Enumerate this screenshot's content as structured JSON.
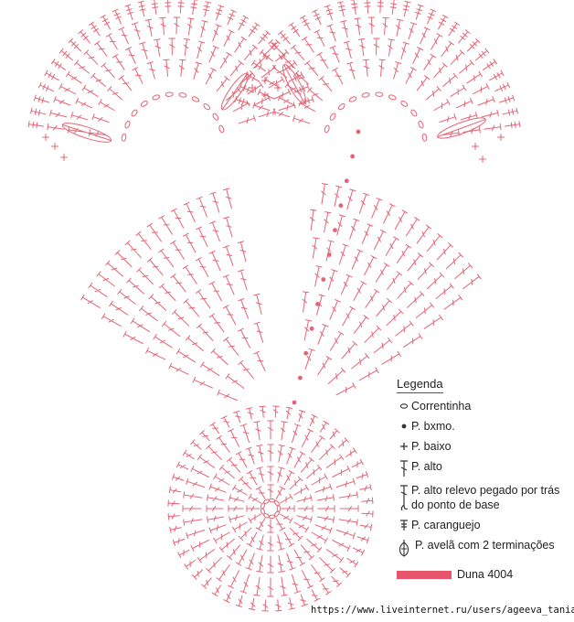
{
  "colors": {
    "stitch": "#e46474",
    "swatch": "#e8556b",
    "text": "#222222"
  },
  "legend": {
    "title": "Legenda",
    "items": [
      {
        "icon": "chain-stitch-icon",
        "label": "Correntinha"
      },
      {
        "icon": "slip-stitch-icon",
        "label": "P. bxmo."
      },
      {
        "icon": "single-crochet-icon",
        "label": "P. baixo"
      },
      {
        "icon": "double-crochet-icon",
        "label": "P. alto"
      },
      {
        "icon": "back-post-double-crochet-icon",
        "label": "P. alto relevo pegado por trás do ponto de base"
      },
      {
        "icon": "crab-stitch-icon",
        "label": "P. caranguejo"
      },
      {
        "icon": "hazelnut-stitch-icon",
        "label": "P. avelã com 2 terminações"
      },
      {
        "icon": "color-swatch-icon",
        "label": "Duna 4004"
      }
    ]
  },
  "watermark": "https://www.liveinternet.ru/users/ageeva_tania/"
}
